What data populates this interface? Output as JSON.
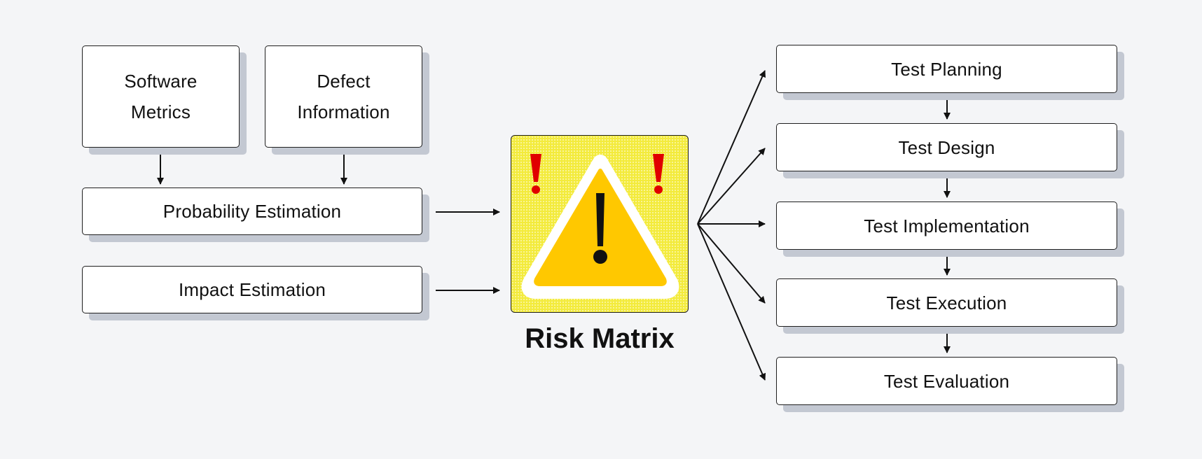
{
  "inputs": {
    "software_metrics": [
      "Software",
      "Metrics"
    ],
    "defect_information": [
      "Defect",
      "Information"
    ],
    "probability_estimation": "Probability Estimation",
    "impact_estimation": "Impact Estimation"
  },
  "center": {
    "title": "Risk Matrix",
    "icon": "warning-triangle-icon",
    "colors": {
      "background": "#f3eb3c",
      "triangle": "#ffc800",
      "exclamation_red": "#e00000"
    }
  },
  "process_steps": [
    "Test Planning",
    "Test Design",
    "Test Implementation",
    "Test Execution",
    "Test Evaluation"
  ],
  "colors": {
    "page_background": "#f4f5f7",
    "box_shadow": "#c3c8d2",
    "stroke": "#1f1f1f"
  }
}
